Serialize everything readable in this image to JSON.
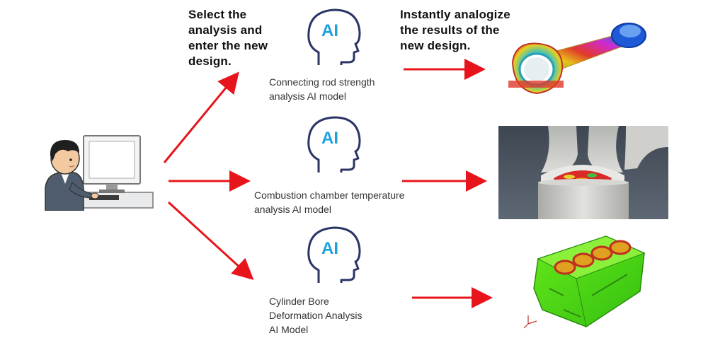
{
  "captions": {
    "select": "Select the\nanalysis and\nenter the new\ndesign.",
    "results": "Instantly analogize\nthe results of the\nnew design."
  },
  "ai_badge": "AI",
  "models": [
    {
      "label": "Connecting rod strength\nanalysis AI model"
    },
    {
      "label": "Combustion chamber temperature\nanalysis AI model"
    },
    {
      "label": "Cylinder Bore\nDeformation Analysis\nAI Model"
    }
  ],
  "colors": {
    "arrow": "#e8141b",
    "ai_text": "#1ea0dc",
    "head_outline": "#2b3566"
  },
  "icons": [
    "person-at-computer-icon",
    "ai-head-icon",
    "connecting-rod-render",
    "combustion-chamber-render",
    "engine-block-render"
  ]
}
